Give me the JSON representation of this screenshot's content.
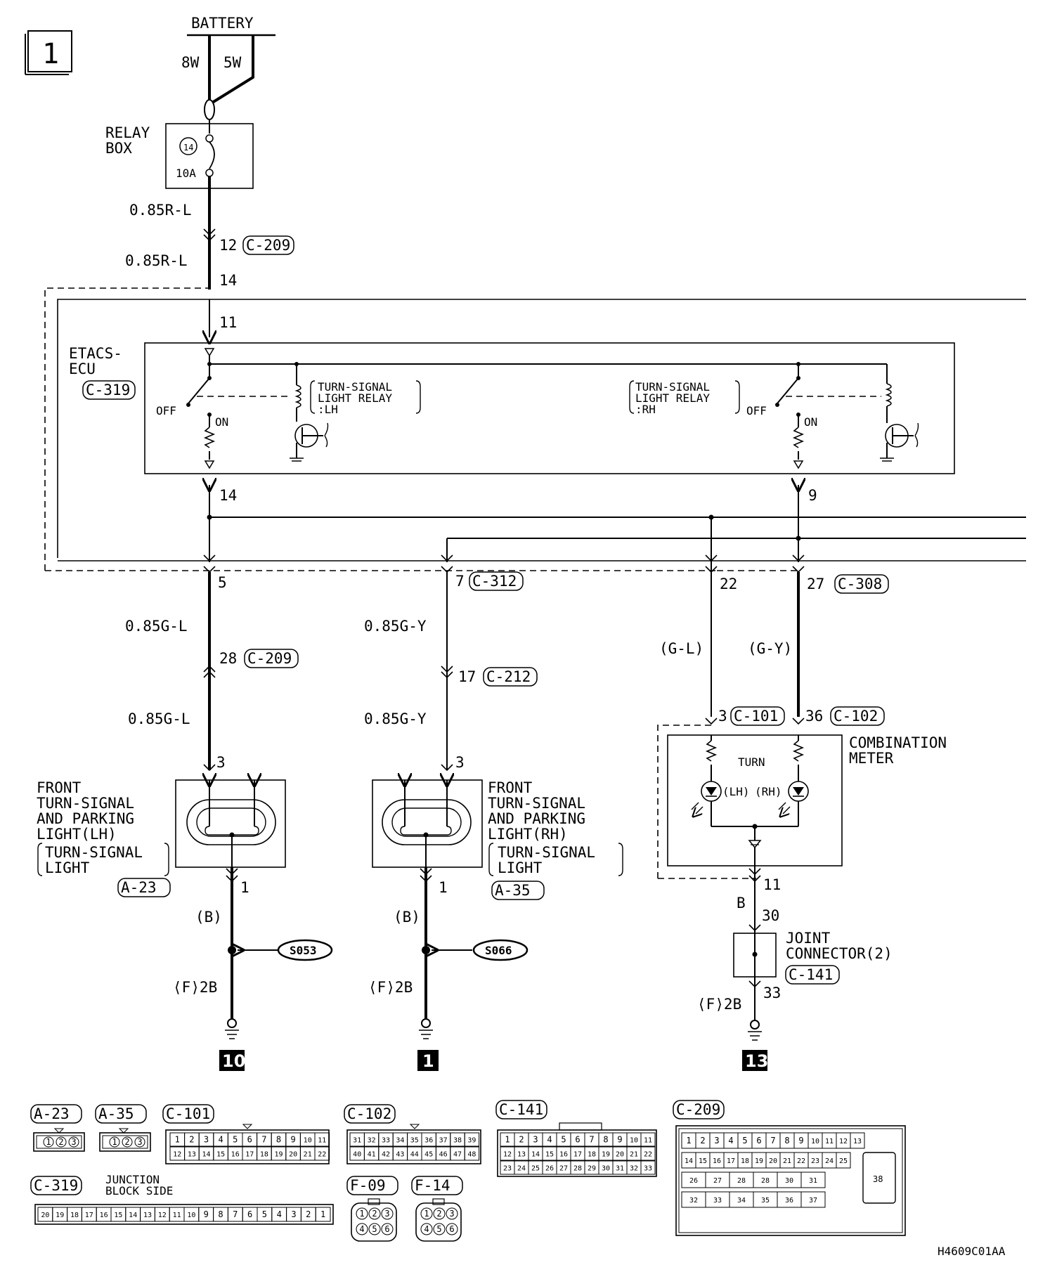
{
  "page": {
    "number": "1",
    "code": "H4609C01AA"
  },
  "power": {
    "battery_label": "BATTERY",
    "wire_8w": "8W",
    "wire_5w": "5W",
    "relay_box_label": [
      "RELAY",
      "BOX"
    ],
    "fuse_number": "14",
    "fuse_rating": "10A",
    "wire_upper": "0.85R-L",
    "wire_lower": "0.85R-L",
    "pin_12": "12",
    "conn_c209_a": "C-209",
    "pin_14": "14",
    "pin_11": "11"
  },
  "etacs": {
    "label": [
      "ETACS-",
      "ECU"
    ],
    "conn": "C-319",
    "relay_lh": [
      "TURN-SIGNAL",
      "LIGHT RELAY",
      ":LH"
    ],
    "relay_rh": [
      "TURN-SIGNAL",
      "LIGHT RELAY",
      ":RH"
    ],
    "off": "OFF",
    "on": "ON",
    "pin_14": "14",
    "pin_9": "9"
  },
  "junction": {
    "pin_5": "5",
    "pin_7": "7",
    "conn_c312": "C-312",
    "pin_22": "22",
    "pin_27": "27",
    "conn_c308": "C-308"
  },
  "lh_circuit": {
    "wire_upper": "0.85G-L",
    "pin_28": "28",
    "conn_c209": "C-209",
    "wire_lower": "0.85G-L",
    "pin_3": "3",
    "lamp_label": [
      "FRONT",
      "TURN-SIGNAL",
      "AND PARKING",
      "LIGHT(LH)"
    ],
    "lamp_sub": [
      "TURN-SIGNAL",
      "LIGHT"
    ],
    "conn": "A-23",
    "pin_1": "1",
    "wire_b": "(B)",
    "splice": "S053",
    "ground_wire": "⟨F⟩2B",
    "ground_id": "10"
  },
  "rh_circuit": {
    "wire_upper": "0.85G-Y",
    "pin_17": "17",
    "conn_c212": "C-212",
    "wire_lower": "0.85G-Y",
    "pin_3": "3",
    "lamp_label": [
      "FRONT",
      "TURN-SIGNAL",
      "AND PARKING",
      "LIGHT(RH)"
    ],
    "lamp_sub": [
      "TURN-SIGNAL",
      "LIGHT"
    ],
    "conn": "A-35",
    "pin_1": "1",
    "wire_b": "(B)",
    "splice": "S066",
    "ground_wire": "⟨F⟩2B",
    "ground_id": "1"
  },
  "meter": {
    "wire_gl": "(G-L)",
    "wire_gy": "(G-Y)",
    "pin_3": "3",
    "conn_c101": "C-101",
    "pin_36": "36",
    "conn_c102": "C-102",
    "label": [
      "COMBINATION",
      "METER"
    ],
    "turn": "TURN",
    "lh": "(LH)",
    "rh": "(RH)",
    "pin_11": "11",
    "wire_b": "B",
    "pin_30": "30",
    "joint_label": [
      "JOINT",
      "CONNECTOR(2)"
    ],
    "joint_conn": "C-141",
    "pin_33": "33",
    "ground_wire": "⟨F⟩2B",
    "ground_id": "13"
  },
  "connector_views": {
    "a23": {
      "name": "A-23",
      "pins": [
        "1",
        "2",
        "3"
      ]
    },
    "a35": {
      "name": "A-35",
      "pins": [
        "1",
        "2",
        "3"
      ]
    },
    "c101": {
      "name": "C-101",
      "row1": [
        "1",
        "2",
        "3",
        "4",
        "5",
        "6",
        "7",
        "8",
        "9",
        "10",
        "11"
      ],
      "row2": [
        "12",
        "13",
        "14",
        "15",
        "16",
        "17",
        "18",
        "19",
        "20",
        "21",
        "22"
      ]
    },
    "c102": {
      "name": "C-102",
      "row1": [
        "31",
        "32",
        "33",
        "34",
        "35",
        "36",
        "37",
        "38",
        "39"
      ],
      "row2": [
        "40",
        "41",
        "42",
        "43",
        "44",
        "45",
        "46",
        "47",
        "48"
      ]
    },
    "c141": {
      "name": "C-141",
      "row1": [
        "1",
        "2",
        "3",
        "4",
        "5",
        "6",
        "7",
        "8",
        "9",
        "10",
        "11"
      ],
      "row2": [
        "12",
        "13",
        "14",
        "15",
        "16",
        "17",
        "18",
        "19",
        "20",
        "21",
        "22"
      ],
      "row3": [
        "23",
        "24",
        "25",
        "26",
        "27",
        "28",
        "29",
        "30",
        "31",
        "32",
        "33"
      ]
    },
    "c209": {
      "name": "C-209",
      "row1": [
        "1",
        "2",
        "3",
        "4",
        "5",
        "6",
        "7",
        "8",
        "9",
        "10",
        "11",
        "12",
        "13"
      ],
      "row2": [
        "14",
        "15",
        "16",
        "17",
        "18",
        "19",
        "20",
        "21",
        "22",
        "23",
        "24",
        "25"
      ],
      "row3": [
        "26",
        "27",
        "28",
        "28",
        "30",
        "31"
      ],
      "row4": [
        "32",
        "33",
        "34",
        "35",
        "36",
        "37"
      ],
      "big": "38"
    },
    "c319": {
      "name": "C-319",
      "side_label": [
        "JUNCTION",
        "BLOCK SIDE"
      ],
      "pins": [
        "20",
        "19",
        "18",
        "17",
        "16",
        "15",
        "14",
        "13",
        "12",
        "11",
        "10",
        "9",
        "8",
        "7",
        "6",
        "5",
        "4",
        "3",
        "2",
        "1"
      ]
    },
    "f09": {
      "name": "F-09",
      "pins": [
        "1",
        "2",
        "3",
        "4",
        "5",
        "6"
      ]
    },
    "f14": {
      "name": "F-14",
      "pins": [
        "1",
        "2",
        "3",
        "4",
        "5",
        "6"
      ]
    }
  }
}
